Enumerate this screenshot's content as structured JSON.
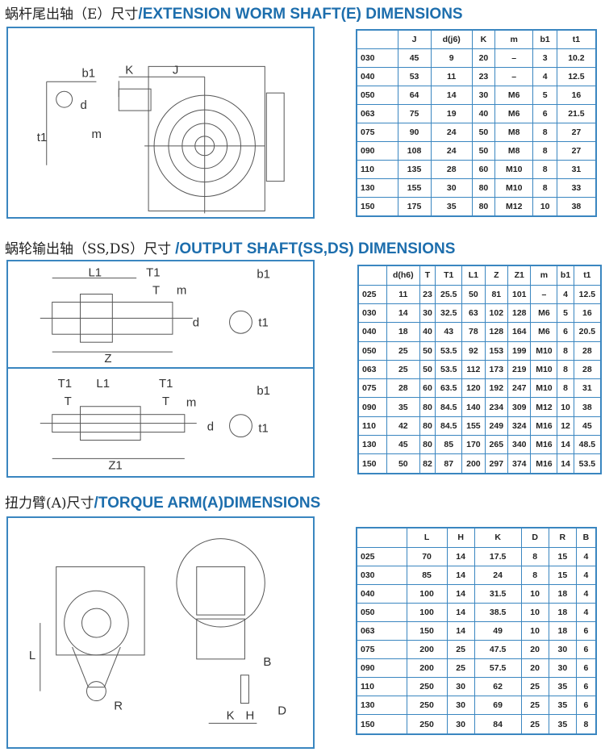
{
  "section_e": {
    "title_cn": "蜗杆尾出轴（E）尺寸",
    "title_en": "/EXTENSION WORM SHAFT(E) DIMENSIONS",
    "labels": {
      "b1": "b1",
      "K": "K",
      "J": "J",
      "d": "d",
      "t1": "t1",
      "m": "m"
    },
    "table": {
      "headers": [
        "",
        "J",
        "d(j6)",
        "K",
        "m",
        "b1",
        "t1"
      ],
      "rows": [
        [
          "030",
          "45",
          "9",
          "20",
          "–",
          "3",
          "10.2"
        ],
        [
          "040",
          "53",
          "11",
          "23",
          "–",
          "4",
          "12.5"
        ],
        [
          "050",
          "64",
          "14",
          "30",
          "M6",
          "5",
          "16"
        ],
        [
          "063",
          "75",
          "19",
          "40",
          "M6",
          "6",
          "21.5"
        ],
        [
          "075",
          "90",
          "24",
          "50",
          "M8",
          "8",
          "27"
        ],
        [
          "090",
          "108",
          "24",
          "50",
          "M8",
          "8",
          "27"
        ],
        [
          "110",
          "135",
          "28",
          "60",
          "M10",
          "8",
          "31"
        ],
        [
          "130",
          "155",
          "30",
          "80",
          "M10",
          "8",
          "33"
        ],
        [
          "150",
          "175",
          "35",
          "80",
          "M12",
          "10",
          "38"
        ]
      ]
    }
  },
  "section_ss": {
    "title_cn": "蜗轮输出轴（SS,DS）尺寸",
    "title_en": "/OUTPUT SHAFT(SS,DS) DIMENSIONS",
    "labels": {
      "L1": "L1",
      "T1": "T1",
      "T": "T",
      "m": "m",
      "d": "d",
      "b1": "b1",
      "t1": "t1",
      "Z": "Z",
      "Z1": "Z1"
    },
    "table": {
      "headers": [
        "",
        "d(h6)",
        "T",
        "T1",
        "L1",
        "Z",
        "Z1",
        "m",
        "b1",
        "t1"
      ],
      "rows": [
        [
          "025",
          "11",
          "23",
          "25.5",
          "50",
          "81",
          "101",
          "–",
          "4",
          "12.5"
        ],
        [
          "030",
          "14",
          "30",
          "32.5",
          "63",
          "102",
          "128",
          "M6",
          "5",
          "16"
        ],
        [
          "040",
          "18",
          "40",
          "43",
          "78",
          "128",
          "164",
          "M6",
          "6",
          "20.5"
        ],
        [
          "050",
          "25",
          "50",
          "53.5",
          "92",
          "153",
          "199",
          "M10",
          "8",
          "28"
        ],
        [
          "063",
          "25",
          "50",
          "53.5",
          "112",
          "173",
          "219",
          "M10",
          "8",
          "28"
        ],
        [
          "075",
          "28",
          "60",
          "63.5",
          "120",
          "192",
          "247",
          "M10",
          "8",
          "31"
        ],
        [
          "090",
          "35",
          "80",
          "84.5",
          "140",
          "234",
          "309",
          "M12",
          "10",
          "38"
        ],
        [
          "110",
          "42",
          "80",
          "84.5",
          "155",
          "249",
          "324",
          "M16",
          "12",
          "45"
        ],
        [
          "130",
          "45",
          "80",
          "85",
          "170",
          "265",
          "340",
          "M16",
          "14",
          "48.5"
        ],
        [
          "150",
          "50",
          "82",
          "87",
          "200",
          "297",
          "374",
          "M16",
          "14",
          "53.5"
        ]
      ]
    }
  },
  "section_a": {
    "title_cn": "扭力臂(A)尺寸",
    "title_en": "/TORQUE ARM(A)DIMENSIONS",
    "labels": {
      "L": "L",
      "R": "R",
      "B": "B",
      "D": "D",
      "K": "K",
      "H": "H"
    },
    "table": {
      "headers": [
        "",
        "L",
        "H",
        "K",
        "D",
        "R",
        "B"
      ],
      "rows": [
        [
          "025",
          "70",
          "14",
          "17.5",
          "8",
          "15",
          "4"
        ],
        [
          "030",
          "85",
          "14",
          "24",
          "8",
          "15",
          "4"
        ],
        [
          "040",
          "100",
          "14",
          "31.5",
          "10",
          "18",
          "4"
        ],
        [
          "050",
          "100",
          "14",
          "38.5",
          "10",
          "18",
          "4"
        ],
        [
          "063",
          "150",
          "14",
          "49",
          "10",
          "18",
          "6"
        ],
        [
          "075",
          "200",
          "25",
          "47.5",
          "20",
          "30",
          "6"
        ],
        [
          "090",
          "200",
          "25",
          "57.5",
          "20",
          "30",
          "6"
        ],
        [
          "110",
          "250",
          "30",
          "62",
          "25",
          "35",
          "6"
        ],
        [
          "130",
          "250",
          "30",
          "69",
          "25",
          "35",
          "6"
        ],
        [
          "150",
          "250",
          "30",
          "84",
          "25",
          "35",
          "8"
        ]
      ]
    }
  }
}
